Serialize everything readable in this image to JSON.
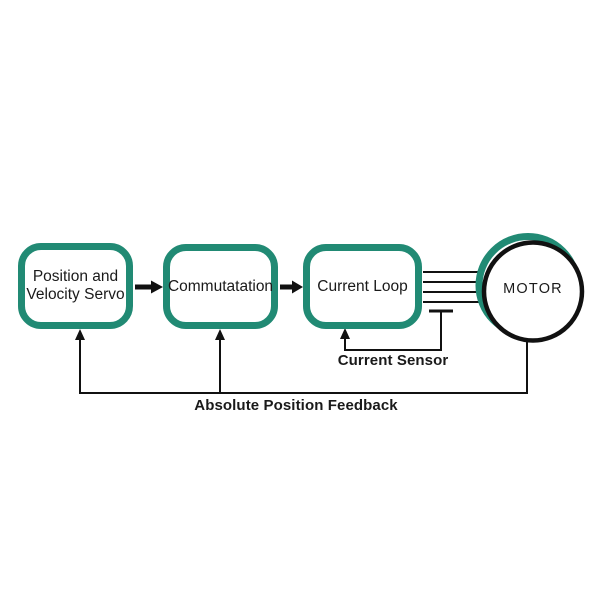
{
  "diagram": {
    "type": "block-diagram",
    "background": "#ffffff",
    "colors": {
      "block_border": "#218a74",
      "line": "#111111",
      "text": "#1a1a1a"
    },
    "blocks": [
      {
        "id": "position_velocity_servo",
        "label": "Position and\nVelocity Servo"
      },
      {
        "id": "commutation",
        "label": "Commutatation"
      },
      {
        "id": "current_loop",
        "label": "Current Loop"
      },
      {
        "id": "motor",
        "label": "MOTOR"
      }
    ],
    "labels": {
      "current_sensor": "Current Sensor",
      "absolute_position_feedback": "Absolute Position Feedback"
    },
    "connections": [
      {
        "from": "position_velocity_servo",
        "to": "commutation",
        "style": "thick-arrow"
      },
      {
        "from": "commutation",
        "to": "current_loop",
        "style": "thick-arrow"
      },
      {
        "from": "current_loop",
        "to": "motor",
        "style": "parallel-wires",
        "wire_count": 4
      },
      {
        "from": "motor_wires",
        "to": "current_loop",
        "style": "feedback-arrow",
        "label": "Current Sensor"
      },
      {
        "from": "motor",
        "to": "position_velocity_servo",
        "style": "feedback-arrow",
        "label": "Absolute Position Feedback"
      },
      {
        "from": "motor",
        "to": "commutation",
        "style": "feedback-arrow",
        "label": "Absolute Position Feedback"
      }
    ]
  }
}
